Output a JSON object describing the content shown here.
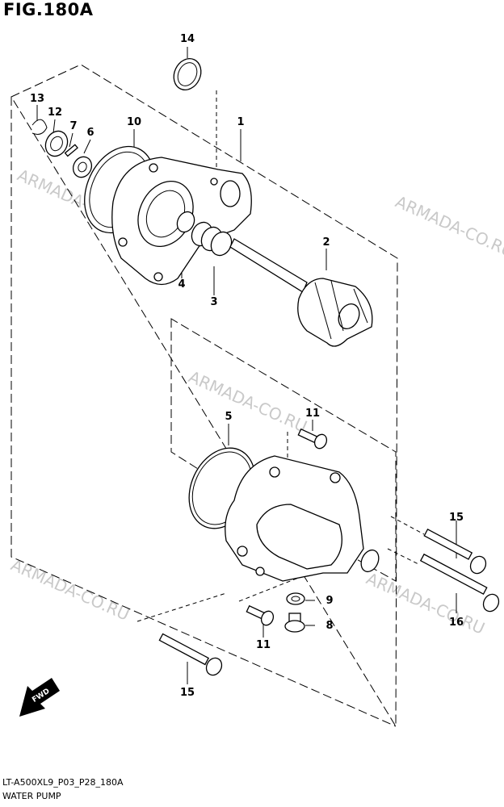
{
  "figure": {
    "title": "FIG.180A",
    "code": "LT-A500XL9_P03_P28_180A",
    "name": "WATER PUMP"
  },
  "fwd_label": "FWD",
  "watermark": "ARMADA-CO.RU",
  "callouts": {
    "c1": "1",
    "c2": "2",
    "c3": "3",
    "c4": "4",
    "c5": "5",
    "c6": "6",
    "c7": "7",
    "c8": "8",
    "c9": "9",
    "c10": "10",
    "c11a": "11",
    "c11b": "11",
    "c12": "12",
    "c13": "13",
    "c14": "14",
    "c15a": "15",
    "c15b": "15",
    "c16": "16"
  }
}
